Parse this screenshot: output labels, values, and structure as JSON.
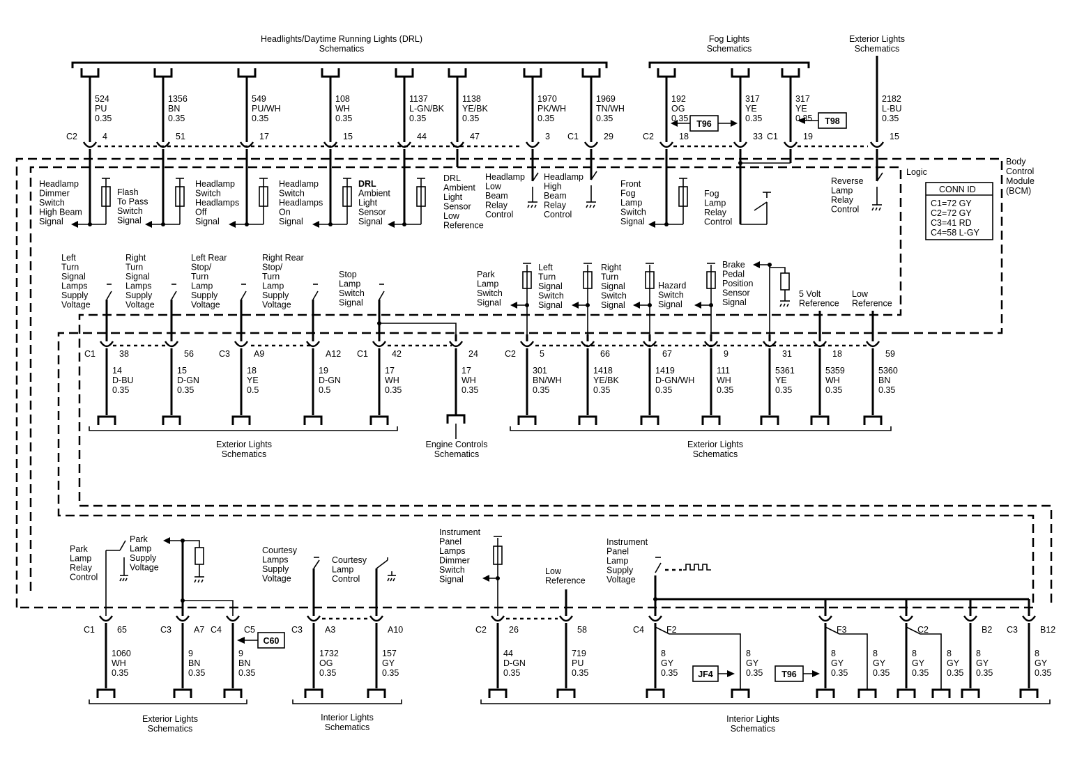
{
  "module": {
    "lines": [
      "Body",
      "Control",
      "Module",
      "(BCM)"
    ],
    "logic": "Logic"
  },
  "conn_id": {
    "title": "CONN ID",
    "rows": [
      "C1=72 GY",
      "C2=72 GY",
      "C3=41 RD",
      "C4=58 L-GY"
    ]
  },
  "refs": {
    "top_drl": [
      "Headlights/Daytime Running Lights (DRL)",
      "Schematics"
    ],
    "top_fog": [
      "Fog Lights",
      "Schematics"
    ],
    "top_ext": [
      "Exterior Lights",
      "Schematics"
    ],
    "mid_ext_left": [
      "Exterior Lights",
      "Schematics"
    ],
    "mid_engine": [
      "Engine Controls",
      "Schematics"
    ],
    "mid_ext_right": [
      "Exterior Lights",
      "Schematics"
    ],
    "bot_ext": [
      "Exterior Lights",
      "Schematics"
    ],
    "bot_int_left": [
      "Interior Lights",
      "Schematics"
    ],
    "bot_int_right": [
      "Interior Lights",
      "Schematics"
    ]
  },
  "badges": [
    "T96",
    "T98",
    "C60",
    "JF4",
    "T96"
  ],
  "top_wires": [
    {
      "circuit": "524",
      "color": "PU",
      "gauge": "0.35",
      "conn": "C2",
      "pin": "4"
    },
    {
      "circuit": "1356",
      "color": "BN",
      "gauge": "0.35",
      "conn": "",
      "pin": "51"
    },
    {
      "circuit": "549",
      "color": "PU/WH",
      "gauge": "0.35",
      "conn": "",
      "pin": "17"
    },
    {
      "circuit": "108",
      "color": "WH",
      "gauge": "0.35",
      "conn": "",
      "pin": "15"
    },
    {
      "circuit": "1137",
      "color": "L-GN/BK",
      "gauge": "0.35",
      "conn": "",
      "pin": "44"
    },
    {
      "circuit": "1138",
      "color": "YE/BK",
      "gauge": "0.35",
      "conn": "",
      "pin": "47"
    },
    {
      "circuit": "1970",
      "color": "PK/WH",
      "gauge": "0.35",
      "conn": "",
      "pin": "3"
    },
    {
      "circuit": "1969",
      "color": "TN/WH",
      "gauge": "0.35",
      "conn": "C1",
      "pin": "29"
    },
    {
      "circuit": "192",
      "color": "OG",
      "gauge": "0.35",
      "conn": "C2",
      "pin": "18"
    },
    {
      "circuit": "317",
      "color": "YE",
      "gauge": "0.35",
      "conn": "",
      "pin": "33"
    },
    {
      "circuit": "317",
      "color": "YE",
      "gauge": "0.35",
      "conn": "C1",
      "pin": "19"
    },
    {
      "circuit": "2182",
      "color": "L-BU",
      "gauge": "0.35",
      "conn": "",
      "pin": "15"
    }
  ],
  "top_labels": [
    [
      "Headlamp",
      "Dimmer",
      "Switch",
      "High Beam",
      "Signal"
    ],
    [
      "Flash",
      "To Pass",
      "Switch",
      "Signal"
    ],
    [
      "Headlamp",
      "Switch",
      "Headlamps",
      "Off",
      "Signal"
    ],
    [
      "Headlamp",
      "Switch",
      "Headlamps",
      "On",
      "Signal"
    ],
    [
      "DRL",
      "Ambient",
      "Light",
      "Sensor",
      "Signal"
    ],
    [
      "DRL",
      "Ambient",
      "Light",
      "Sensor",
      "Low",
      "Reference"
    ],
    [
      "Headlamp",
      "Low",
      "Beam",
      "Relay",
      "Control"
    ],
    [
      "Headlamp",
      "High",
      "Beam",
      "Relay",
      "Control"
    ],
    [
      "Front",
      "Fog",
      "Lamp",
      "Switch",
      "Signal"
    ],
    [
      "Fog",
      "Lamp",
      "Relay",
      "Control"
    ],
    [
      "Reverse",
      "Lamp",
      "Relay",
      "Control"
    ]
  ],
  "mid_wires": [
    {
      "circuit": "14",
      "color": "D-BU",
      "gauge": "0.35",
      "conn": "C1",
      "pin": "38"
    },
    {
      "circuit": "15",
      "color": "D-GN",
      "gauge": "0.35",
      "conn": "",
      "pin": "56"
    },
    {
      "circuit": "18",
      "color": "YE",
      "gauge": "0.5",
      "conn": "C3",
      "pin": "A9"
    },
    {
      "circuit": "19",
      "color": "D-GN",
      "gauge": "0.5",
      "conn": "",
      "pin": "A12"
    },
    {
      "circuit": "17",
      "color": "WH",
      "gauge": "0.35",
      "conn": "C1",
      "pin": "42"
    },
    {
      "circuit": "17",
      "color": "WH",
      "gauge": "0.35",
      "conn": "",
      "pin": "24"
    },
    {
      "circuit": "301",
      "color": "BN/WH",
      "gauge": "0.35",
      "conn": "C2",
      "pin": "5"
    },
    {
      "circuit": "1418",
      "color": "YE/BK",
      "gauge": "0.35",
      "conn": "",
      "pin": "66"
    },
    {
      "circuit": "1419",
      "color": "D-GN/WH",
      "gauge": "0.35",
      "conn": "",
      "pin": "67"
    },
    {
      "circuit": "111",
      "color": "WH",
      "gauge": "0.35",
      "conn": "",
      "pin": "9"
    },
    {
      "circuit": "5361",
      "color": "YE",
      "gauge": "0.35",
      "conn": "",
      "pin": "31"
    },
    {
      "circuit": "5359",
      "color": "WH",
      "gauge": "0.35",
      "conn": "",
      "pin": "18"
    },
    {
      "circuit": "5360",
      "color": "BN",
      "gauge": "0.35",
      "conn": "",
      "pin": "59"
    }
  ],
  "mid_labels": [
    [
      "Left",
      "Turn",
      "Signal",
      "Lamps",
      "Supply",
      "Voltage"
    ],
    [
      "Right",
      "Turn",
      "Signal",
      "Lamps",
      "Supply",
      "Voltage"
    ],
    [
      "Left Rear",
      "Stop/",
      "Turn",
      "Lamp",
      "Supply",
      "Voltage"
    ],
    [
      "Right Rear",
      "Stop/",
      "Turn",
      "Lamp",
      "Supply",
      "Voltage"
    ],
    [
      "Stop",
      "Lamp",
      "Switch",
      "Signal"
    ],
    [
      "Park",
      "Lamp",
      "Switch",
      "Signal"
    ],
    [
      "Left",
      "Turn",
      "Signal",
      "Switch",
      "Signal"
    ],
    [
      "Right",
      "Turn",
      "Signal",
      "Switch",
      "Signal"
    ],
    [
      "Hazard",
      "Switch",
      "Signal"
    ],
    [
      "Brake",
      "Pedal",
      "Position",
      "Sensor",
      "Signal"
    ],
    [
      "5 Volt",
      "Reference"
    ],
    [
      "Low",
      "Reference"
    ]
  ],
  "bot_wires": [
    {
      "circuit": "1060",
      "color": "WH",
      "gauge": "0.35",
      "conn": "C1",
      "pin": "65"
    },
    {
      "circuit": "9",
      "color": "BN",
      "gauge": "0.35",
      "conn": "C3",
      "pin": "A7"
    },
    {
      "circuit": "9",
      "color": "BN",
      "gauge": "0.35",
      "conn": "C4",
      "pin": "C5"
    },
    {
      "circuit": "1732",
      "color": "OG",
      "gauge": "0.35",
      "conn": "C3",
      "pin": "A3"
    },
    {
      "circuit": "157",
      "color": "GY",
      "gauge": "0.35",
      "conn": "",
      "pin": "A10"
    },
    {
      "circuit": "44",
      "color": "D-GN",
      "gauge": "0.35",
      "conn": "C2",
      "pin": "26"
    },
    {
      "circuit": "719",
      "color": "PU",
      "gauge": "0.35",
      "conn": "",
      "pin": "58"
    },
    {
      "circuit": "8",
      "color": "GY",
      "gauge": "0.35",
      "conn": "C4",
      "pin": "F2"
    },
    {
      "circuit": "8",
      "color": "GY",
      "gauge": "0.35",
      "conn": "",
      "pin": ""
    },
    {
      "circuit": "8",
      "color": "GY",
      "gauge": "0.35",
      "conn": "",
      "pin": "F3"
    },
    {
      "circuit": "8",
      "color": "GY",
      "gauge": "0.35",
      "conn": "",
      "pin": ""
    },
    {
      "circuit": "8",
      "color": "GY",
      "gauge": "0.35",
      "conn": "",
      "pin": "C2"
    },
    {
      "circuit": "8",
      "color": "GY",
      "gauge": "0.35",
      "conn": "",
      "pin": ""
    },
    {
      "circuit": "8",
      "color": "GY",
      "gauge": "0.35",
      "conn": "",
      "pin": "B2"
    },
    {
      "circuit": "8",
      "color": "GY",
      "gauge": "0.35",
      "conn": "C3",
      "pin": "B12"
    }
  ],
  "bot_labels": [
    [
      "Park",
      "Lamp",
      "Relay",
      "Control"
    ],
    [
      "Park",
      "Lamp",
      "Supply",
      "Voltage"
    ],
    [
      "Courtesy",
      "Lamps",
      "Supply",
      "Voltage"
    ],
    [
      "Courtesy",
      "Lamp",
      "Control"
    ],
    [
      "Instrument",
      "Panel",
      "Lamps",
      "Dimmer",
      "Switch",
      "Signal"
    ],
    [
      "Low",
      "Reference"
    ],
    [
      "Instrument",
      "Panel",
      "Lamp",
      "Supply",
      "Voltage"
    ]
  ]
}
